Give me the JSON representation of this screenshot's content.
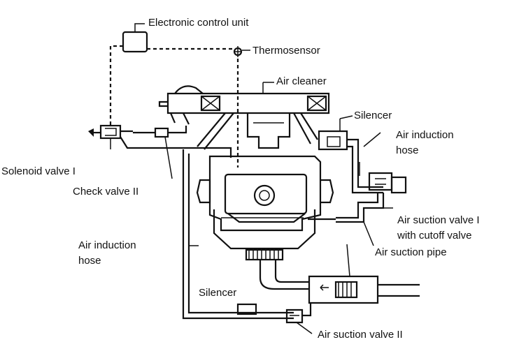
{
  "labels": {
    "ecu": "Electronic control unit",
    "thermosensor": "Thermosensor",
    "air_cleaner": "Air cleaner",
    "silencer_top": "Silencer",
    "air_induction_hose_right_1": "Air induction",
    "air_induction_hose_right_2": "hose",
    "solenoid_valve": "Solenoid valve I",
    "check_valve": "Check valve II",
    "air_suction_valve_1_line1": "Air suction valve I",
    "air_suction_valve_1_line2": "with cutoff valve",
    "air_induction_hose_left_1": "Air induction",
    "air_induction_hose_left_2": "hose",
    "air_suction_pipe": "Air suction pipe",
    "silencer_bottom": "Silencer",
    "air_suction_valve_2": "Air suction valve II"
  },
  "colors": {
    "ink": "#111111",
    "paper": "#ffffff"
  }
}
